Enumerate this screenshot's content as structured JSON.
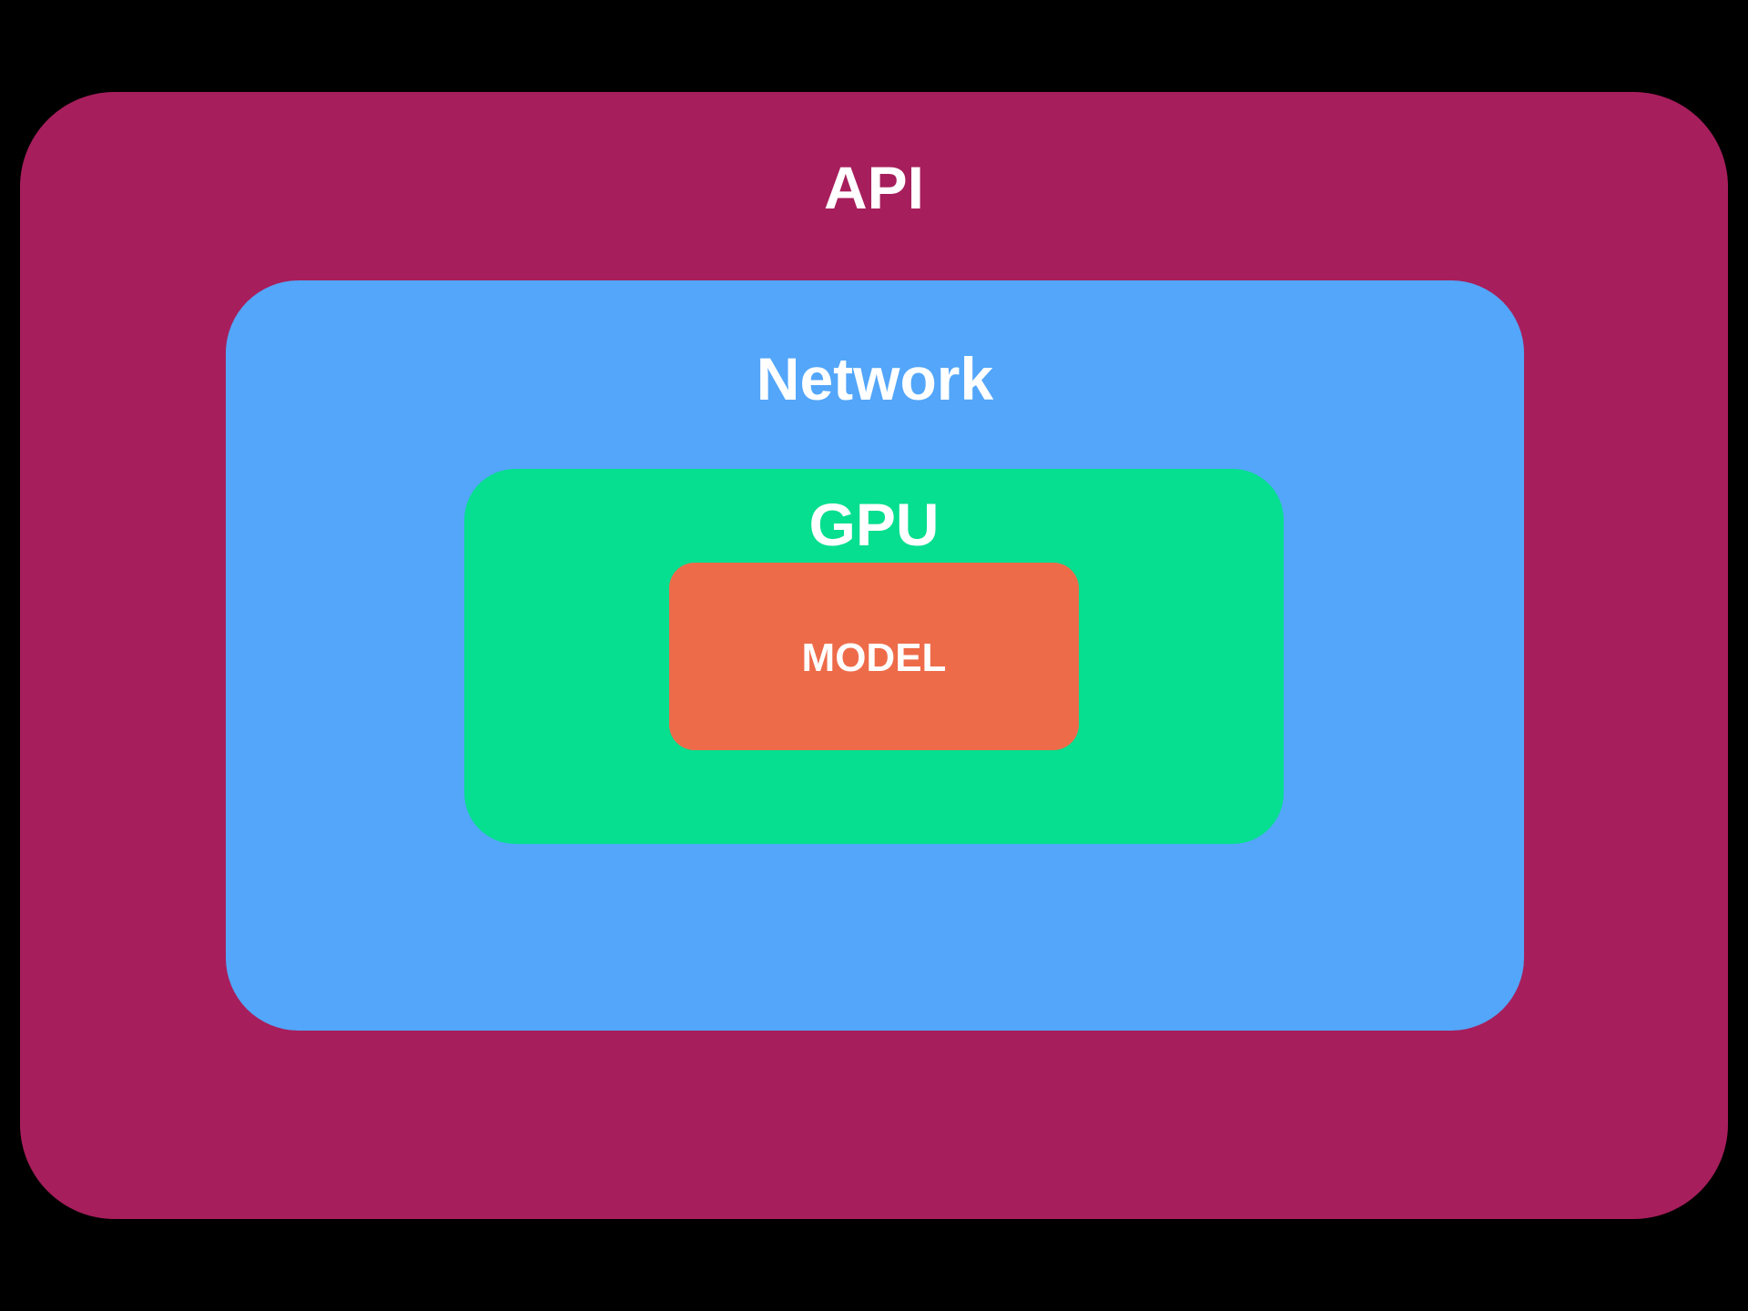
{
  "background_color": "#000000",
  "layers": {
    "api": {
      "label": "API",
      "color": "#A71E5C"
    },
    "network": {
      "label": "Network",
      "color": "#53A6F9"
    },
    "gpu": {
      "label": "GPU",
      "color": "#05DF8F"
    },
    "model": {
      "label": "MODEL",
      "color": "#EE6B4A"
    }
  }
}
